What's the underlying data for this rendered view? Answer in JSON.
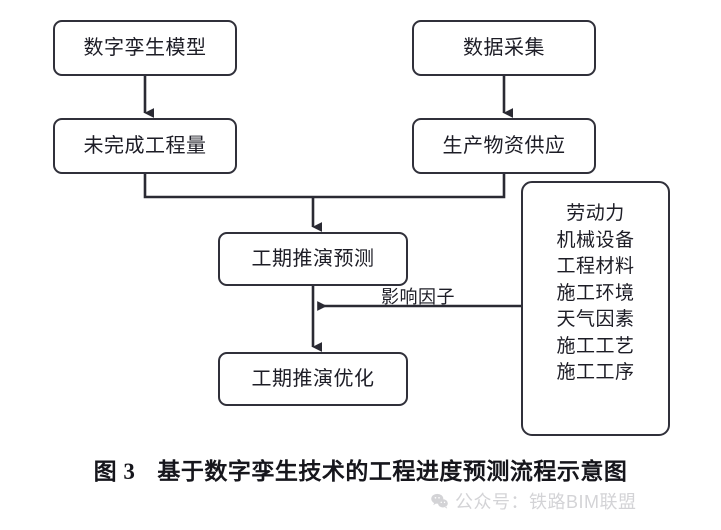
{
  "figure": {
    "caption_number": "图 3",
    "caption_text": "基于数字孪生技术的工程进度预测流程示意图"
  },
  "nodes": [
    {
      "id": "dt-model",
      "label": "数字孪生模型"
    },
    {
      "id": "data-acq",
      "label": "数据采集"
    },
    {
      "id": "remaining",
      "label": "未完成工程量"
    },
    {
      "id": "supply",
      "label": "生产物资供应"
    },
    {
      "id": "predict",
      "label": "工期推演预测"
    },
    {
      "id": "optimize",
      "label": "工期推演优化"
    }
  ],
  "influence_panel": {
    "factors": [
      "劳动力",
      "机械设备",
      "工程材料",
      "施工环境",
      "天气因素",
      "施工工艺",
      "施工工序"
    ]
  },
  "edges": {
    "influence_label": "影响因子"
  },
  "watermark": {
    "text": "公众号：铁路BIM联盟",
    "icon": "wechat-icon"
  },
  "colors": {
    "stroke": "#30303a",
    "text": "#1d1d26",
    "background": "#ffffff",
    "watermark": "#7d7d86"
  }
}
